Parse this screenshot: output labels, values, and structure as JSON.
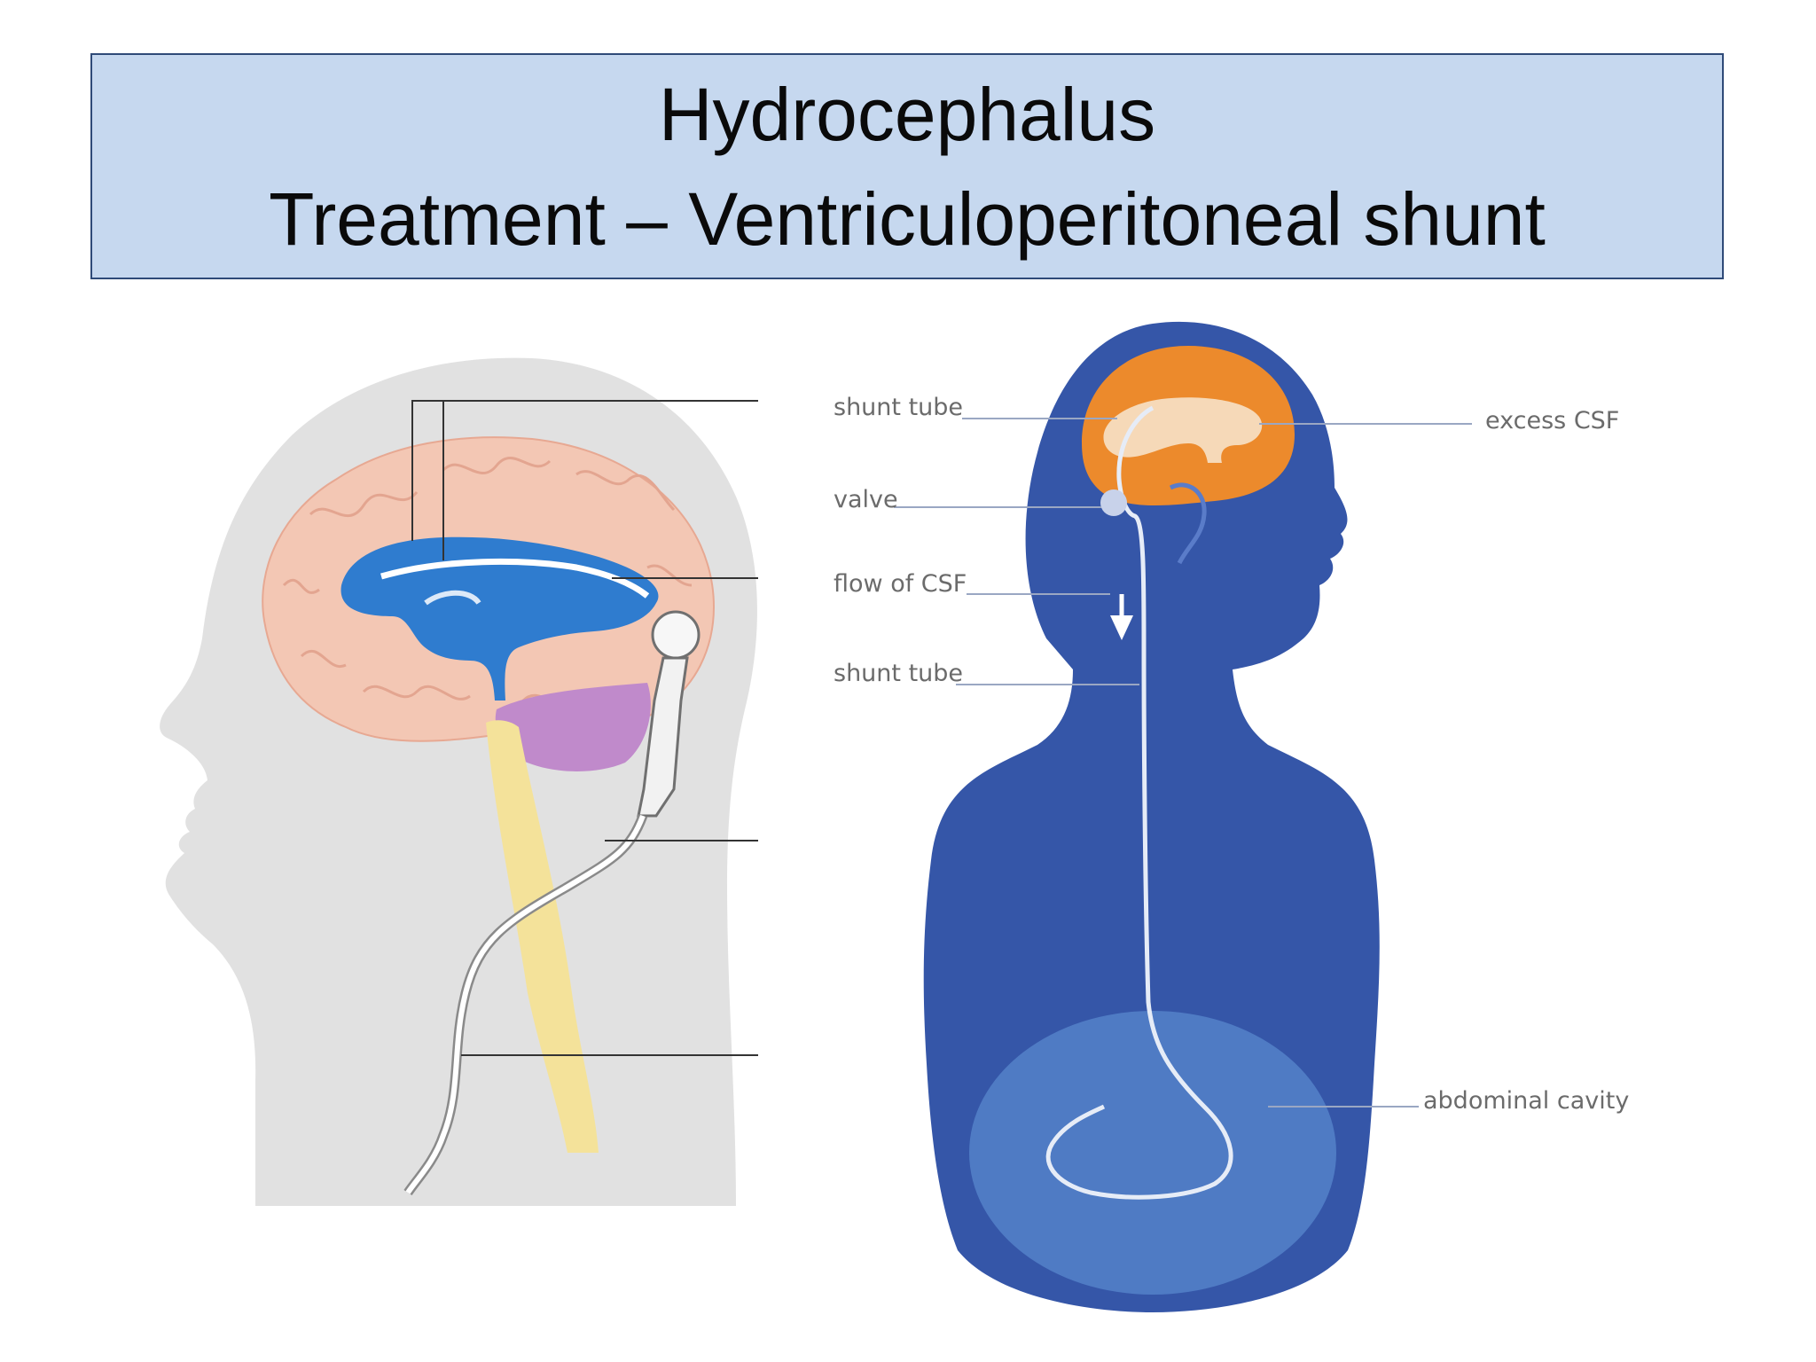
{
  "slide": {
    "title_line1": "Hydrocephalus",
    "title_line2": "Treatment – Ventriculoperitoneal shunt"
  },
  "right_diagram": {
    "labels": {
      "shunt_tube_top": "shunt tube",
      "valve": "valve",
      "flow_of_csf": "flow of CSF",
      "shunt_tube_bottom": "shunt tube",
      "excess_csf": "excess CSF",
      "abdominal_cavity": "abdominal cavity"
    }
  },
  "colors": {
    "title_bg": "#c6d8ef",
    "title_border": "#2f4a78",
    "body_blue": "#3556a8",
    "brain_orange": "#ec8a2c",
    "ventricle_cream": "#f6d9b8",
    "abdomen_blue": "#4f7bc4",
    "head_gray": "#e1e1e1",
    "brain_pink": "#f3c7b4",
    "ventricle_blue": "#2f7ccf",
    "cerebellum_purple": "#c08acb",
    "spinal_yellow": "#f4e29a"
  }
}
